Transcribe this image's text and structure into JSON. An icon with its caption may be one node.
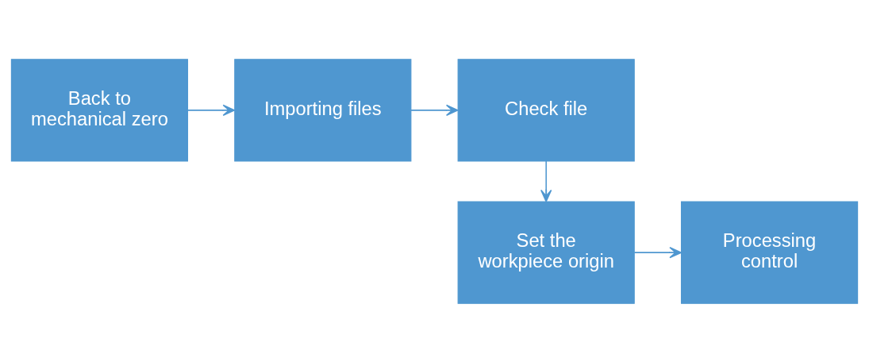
{
  "diagram": {
    "nodes": [
      {
        "text": [
          "Back to mechanical zero"
        ]
      },
      {
        "text": [
          "Importing files"
        ]
      },
      {
        "text": [
          "Check file"
        ]
      },
      {
        "text": [
          "Set the workpiece origin"
        ]
      },
      {
        "text": [
          "Processing control"
        ]
      }
    ],
    "edges": [
      {
        "from": 0,
        "to": 1,
        "arrow": "to"
      },
      {
        "from": 1,
        "to": 2,
        "arrow": "to"
      },
      {
        "from": 2,
        "to": 3,
        "arrow": "to"
      },
      {
        "from": 3,
        "to": 4,
        "arrow": "to"
      }
    ]
  }
}
